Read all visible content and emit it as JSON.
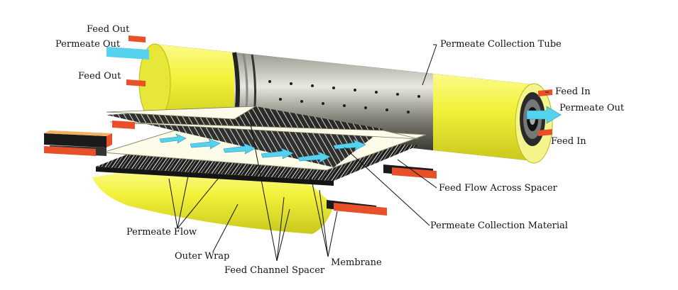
{
  "labels": {
    "feed_out_top": "Feed Out",
    "permeate_out_left": "Permeate Out",
    "feed_out_lower": "Feed Out",
    "permeate_collection_tube": "Permeate Collection Tube",
    "feed_in_top": "Feed In",
    "permeate_out_right": "Permeate Out",
    "feed_in_bottom": "Feed In",
    "feed_flow_across_spacer": "Feed Flow Across Spacer",
    "permeate_collection_material": "Permeate Collection Material",
    "permeate_flow": "Permeate Flow",
    "outer_wrap": "Outer Wrap",
    "feed_channel_spacer": "Feed Channel Spacer",
    "membrane": "Membrane"
  },
  "colors": {
    "wrap_yellow": "#f2f23a",
    "wrap_yellow_dark": "#c9c81c",
    "feed_arrow_orange": "#e8502a",
    "permeate_arrow_cyan": "#55d2ee",
    "spacer_dark": "#2a2a2a",
    "sheet_light": "#fdfce8"
  }
}
